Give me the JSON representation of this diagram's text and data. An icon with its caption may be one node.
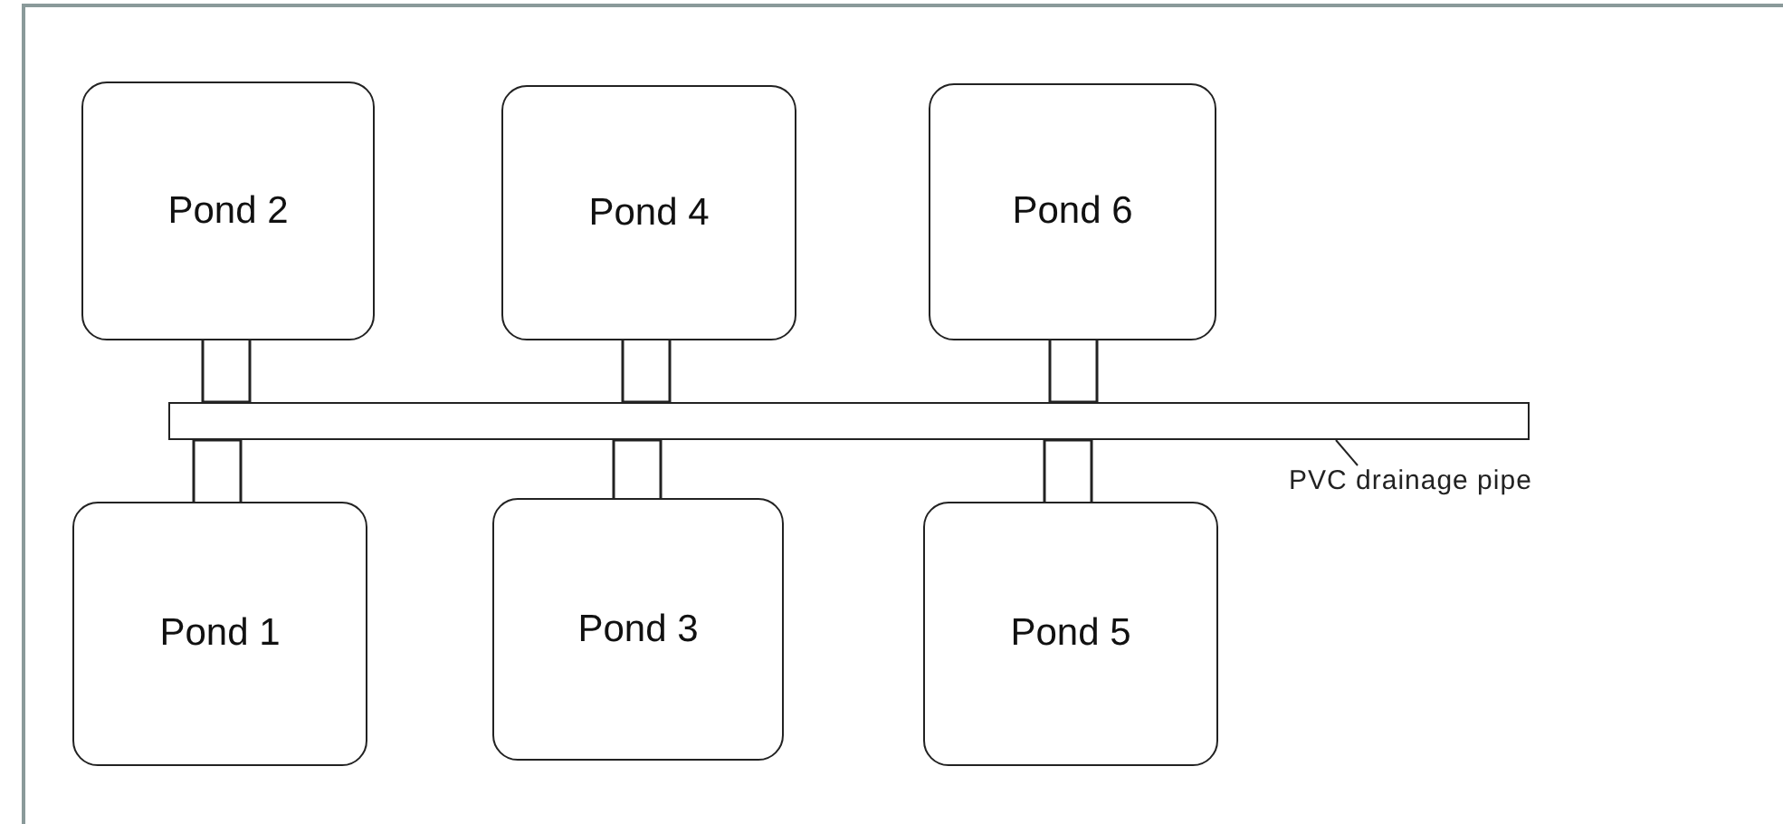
{
  "diagram": {
    "nodes": [
      {
        "text": [
          "Pond 2"
        ]
      },
      {
        "text": [
          "Pond 4"
        ]
      },
      {
        "text": [
          "Pond 6"
        ]
      },
      {
        "text": [],
        "shape": "bar"
      },
      {
        "text": [
          "PVC drainage pipe"
        ]
      },
      {
        "text": [
          "Pond 1"
        ]
      },
      {
        "text": [
          "Pond 3"
        ]
      },
      {
        "text": [
          "Pond 5"
        ]
      }
    ],
    "edges": [
      {
        "from": 0,
        "to": 3,
        "arrow": "none"
      },
      {
        "from": 1,
        "to": 3,
        "arrow": "none"
      },
      {
        "from": 2,
        "to": 3,
        "arrow": "none"
      },
      {
        "from": 5,
        "to": 3,
        "arrow": "none"
      },
      {
        "from": 6,
        "to": 3,
        "arrow": "none"
      },
      {
        "from": 7,
        "to": 3,
        "arrow": "none"
      },
      {
        "from": 4,
        "to": 3,
        "arrow": "none"
      }
    ]
  }
}
